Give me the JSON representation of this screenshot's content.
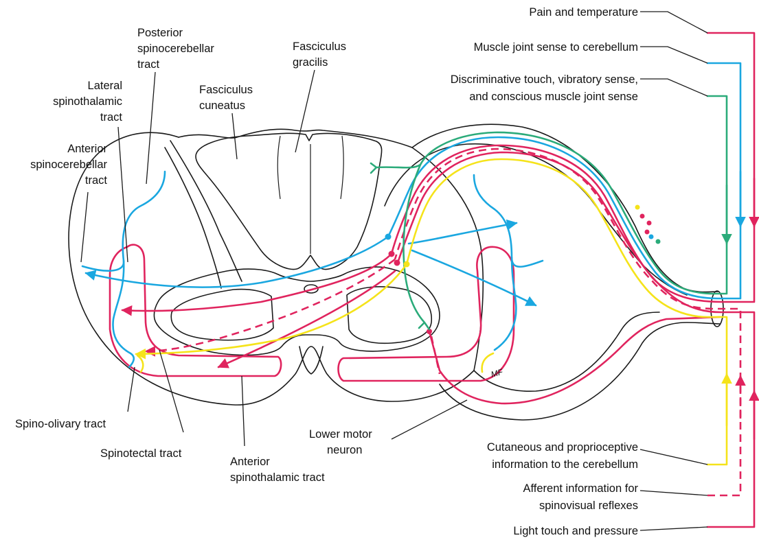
{
  "colors": {
    "pain_temperature": "#e0245e",
    "muscle_joint_sense": "#1aa7e0",
    "discriminative_touch": "#2bab7a",
    "cerebellum_info": "#f5e31a",
    "outline": "#1a1a1a"
  },
  "labels": {
    "posterior_spinocerebellar": [
      "Posterior",
      "spinocerebellar",
      "tract"
    ],
    "fasciculus_gracilis": [
      "Fasciculus",
      "gracilis"
    ],
    "fasciculus_cuneatus": [
      "Fasciculus",
      "cuneatus"
    ],
    "lateral_spinothalamic": [
      "Lateral",
      "spinothalamic",
      "tract"
    ],
    "anterior_spinocerebellar": [
      "Anterior",
      "spinocerebellar",
      "tract"
    ],
    "spino_olivary": "Spino-olivary tract",
    "spinotectal": "Spinotectal tract",
    "anterior_spinothalamic": [
      "Anterior",
      "spinothalamic tract"
    ],
    "lower_motor_neuron": [
      "Lower motor",
      "neuron"
    ],
    "signature": "MF"
  },
  "pathways": {
    "pain_temperature": "Pain and temperature",
    "muscle_joint_sense": "Muscle joint sense to cerebellum",
    "discriminative_touch": [
      "Discriminative touch, vibratory sense,",
      "and conscious muscle joint sense"
    ],
    "cutaneous_proprioceptive": [
      "Cutaneous and proprioceptive",
      "information to the cerebellum"
    ],
    "afferent_spinovisual": [
      "Afferent information for",
      "spinovisual reflexes"
    ],
    "light_touch": "Light touch and pressure"
  }
}
